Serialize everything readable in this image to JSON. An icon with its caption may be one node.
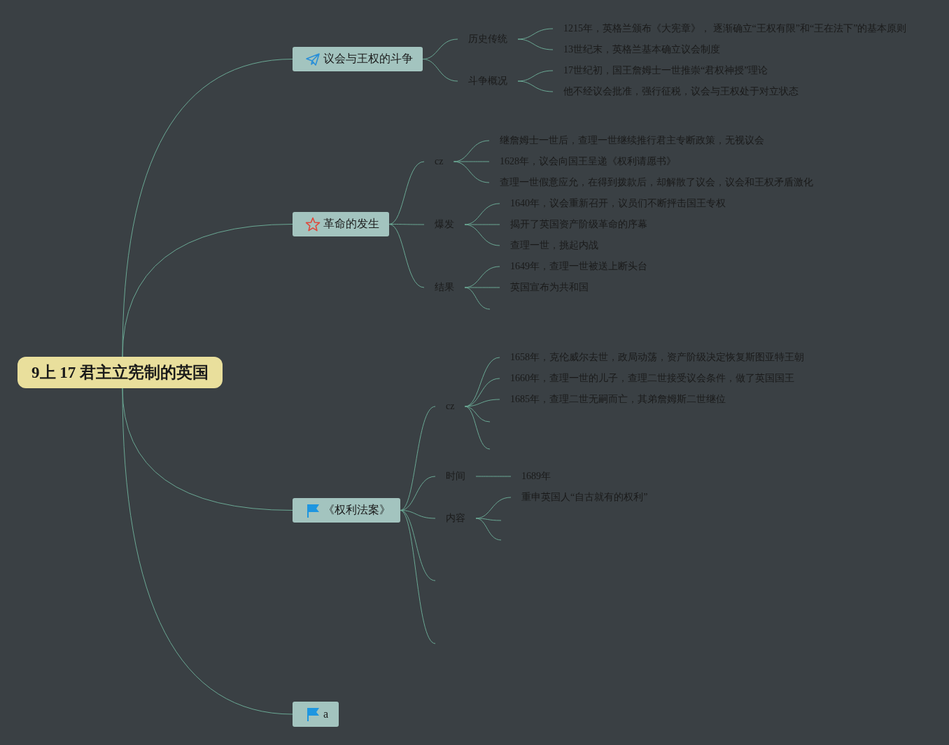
{
  "diagram": {
    "nodes": [
      {
        "text": [
          "9上 17 君主立宪制的英国"
        ]
      },
      {
        "text": [
          "议会与王权的斗争"
        ]
      },
      {
        "text": [
          "历史传统"
        ]
      },
      {
        "text": [
          "1215年，英格兰颁布《大宪章》， 逐渐确立“王权有限”和“王在法下”的基本原则"
        ]
      },
      {
        "text": [
          "13世纪末，英格兰基本确立议会制度"
        ]
      },
      {
        "text": [
          "斗争概况"
        ]
      },
      {
        "text": [
          "17世纪初，国王詹姆士一世推崇“君权神授”理论"
        ]
      },
      {
        "text": [
          "他不经议会批准，强行征税，议会与王权处于对立状态"
        ]
      },
      {
        "text": [
          "革命的发生"
        ]
      },
      {
        "text": [
          "cz"
        ]
      },
      {
        "text": [
          "继詹姆士一世后，查理一世继续推行君主专断政策，无视议会"
        ]
      },
      {
        "text": [
          "1628年，议会向国王呈递《权利请愿书》"
        ]
      },
      {
        "text": [
          "查理一世假意应允，在得到拨款后，却解散了议会，议会和王权矛盾激化"
        ]
      },
      {
        "text": [
          "爆发"
        ]
      },
      {
        "text": [
          "1640年，议会重新召开，议员们不断抨击国王专权"
        ]
      },
      {
        "text": [
          "揭开了英国资产阶级革命的序幕"
        ]
      },
      {
        "text": [
          "查理一世，挑起内战"
        ]
      },
      {
        "text": [
          "结果"
        ]
      },
      {
        "text": [
          "1649年，查理一世被送上断头台"
        ]
      },
      {
        "text": [
          "英国宣布为共和国"
        ]
      },
      {
        "text": [
          "《权利法案》"
        ]
      },
      {
        "text": [
          "cz"
        ]
      },
      {
        "text": [
          "1658年，克伦威尔去世，政局动荡，资产阶级决定恢复斯图亚特王朝"
        ]
      },
      {
        "text": [
          "1660年，查理一世的儿子，查理二世接受议会条件，做了英国国王"
        ]
      },
      {
        "text": [
          "1685年，查理二世无嗣而亡，其弟詹姆斯二世继位"
        ]
      },
      {
        "text": [
          "时间"
        ]
      },
      {
        "text": [
          "1689年"
        ]
      },
      {
        "text": [
          "内容"
        ]
      },
      {
        "text": [
          "重申英国人“自古就有的权利”"
        ]
      },
      {
        "text": [
          "a"
        ]
      }
    ],
    "edges": [
      {
        "from": 0,
        "to": 1,
        "arrow": "none"
      },
      {
        "from": 0,
        "to": 8,
        "arrow": "none"
      },
      {
        "from": 0,
        "to": 20,
        "arrow": "none"
      },
      {
        "from": 0,
        "to": 29,
        "arrow": "none"
      },
      {
        "from": 1,
        "to": 2,
        "arrow": "none"
      },
      {
        "from": 1,
        "to": 5,
        "arrow": "none"
      },
      {
        "from": 2,
        "to": 3,
        "arrow": "none"
      },
      {
        "from": 2,
        "to": 4,
        "arrow": "none"
      },
      {
        "from": 5,
        "to": 6,
        "arrow": "none"
      },
      {
        "from": 5,
        "to": 7,
        "arrow": "none"
      },
      {
        "from": 8,
        "to": 9,
        "arrow": "none"
      },
      {
        "from": 8,
        "to": 13,
        "arrow": "none"
      },
      {
        "from": 8,
        "to": 17,
        "arrow": "none"
      },
      {
        "from": 9,
        "to": 10,
        "arrow": "none"
      },
      {
        "from": 9,
        "to": 11,
        "arrow": "none"
      },
      {
        "from": 9,
        "to": 12,
        "arrow": "none"
      },
      {
        "from": 13,
        "to": 14,
        "arrow": "none"
      },
      {
        "from": 13,
        "to": 15,
        "arrow": "none"
      },
      {
        "from": 13,
        "to": 16,
        "arrow": "none"
      },
      {
        "from": 17,
        "to": 18,
        "arrow": "none"
      },
      {
        "from": 17,
        "to": 19,
        "arrow": "none"
      },
      {
        "from": 17,
        "to": null,
        "arrow": "none"
      },
      {
        "from": 20,
        "to": 21,
        "arrow": "none"
      },
      {
        "from": 20,
        "to": 25,
        "arrow": "none"
      },
      {
        "from": 20,
        "to": 27,
        "arrow": "none"
      },
      {
        "from": 20,
        "to": null,
        "arrow": "none"
      },
      {
        "from": 20,
        "to": null,
        "arrow": "none"
      },
      {
        "from": 21,
        "to": 22,
        "arrow": "none"
      },
      {
        "from": 21,
        "to": 23,
        "arrow": "none"
      },
      {
        "from": 21,
        "to": 24,
        "arrow": "none"
      },
      {
        "from": 21,
        "to": null,
        "arrow": "none"
      },
      {
        "from": 21,
        "to": null,
        "arrow": "none"
      },
      {
        "from": 25,
        "to": 26,
        "arrow": "none"
      },
      {
        "from": 27,
        "to": 28,
        "arrow": "none"
      },
      {
        "from": 27,
        "to": null,
        "arrow": "none"
      },
      {
        "from": 27,
        "to": null,
        "arrow": "none"
      }
    ]
  }
}
